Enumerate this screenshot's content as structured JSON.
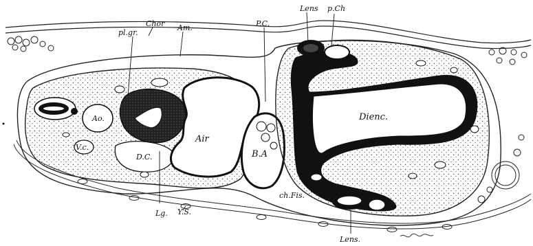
{
  "figure": {
    "labels": {
      "chor": "Chor",
      "am": "Am.",
      "pl_gr": "pl.gr.",
      "pc": "P.C.",
      "lens_top": "Lens",
      "p_ch": "p.Ch",
      "ao": "Ao.",
      "vc": "V.c.",
      "dc": "D.C.",
      "air": "Air",
      "ba": "B.A",
      "dienc": "Dienc.",
      "ch_fis": "ch.Fis.",
      "lg": "Lg.",
      "ys": "Y.S.",
      "lens_bottom": "Lens."
    }
  }
}
